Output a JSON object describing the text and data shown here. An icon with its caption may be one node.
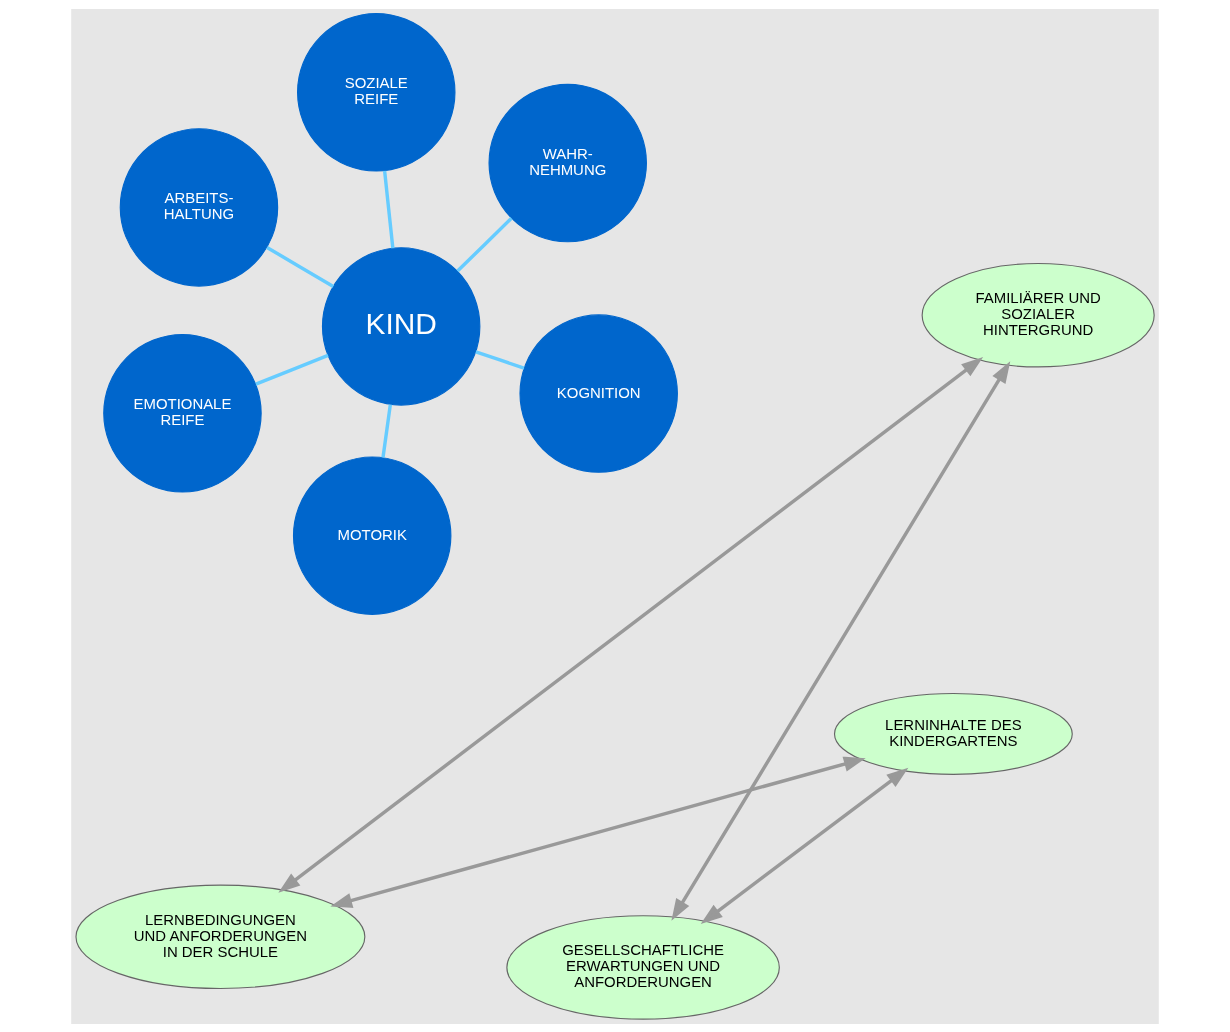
{
  "diagram": {
    "nodes": [
      {
        "text": [
          "KIND"
        ]
      },
      {
        "text": [
          "KOGNITION"
        ]
      },
      {
        "text": [
          "MOTORIK"
        ]
      },
      {
        "text": [
          "ARBEITS- HALTUNG"
        ]
      },
      {
        "text": [
          "WAHR- NEHMUNG"
        ]
      },
      {
        "text": [
          "SOZIALE REIFE"
        ]
      },
      {
        "text": [
          "EMOTIONALE REIFE"
        ]
      },
      {
        "text": [
          "FAMILIÄRER UND SOZIALER HINTERGRUND"
        ]
      },
      {
        "text": [
          "LERNBEDINGUNGEN UND ANFORDERUNGEN IN DER SCHULE"
        ]
      },
      {
        "text": [
          "LERNINHALTE DES KINDERGARTENS"
        ]
      },
      {
        "text": [
          "GESELLSCHAFTLICHE ERWARTUNGEN UND ANFORDERUNGEN"
        ]
      }
    ],
    "edges": [
      {
        "from": 0,
        "to": 1,
        "arrow": "none",
        "color": "#66ccff"
      },
      {
        "from": 0,
        "to": 2,
        "arrow": "none",
        "color": "#66ccff"
      },
      {
        "from": 0,
        "to": 3,
        "arrow": "none",
        "color": "#66ccff"
      },
      {
        "from": 0,
        "to": 4,
        "arrow": "none",
        "color": "#66ccff"
      },
      {
        "from": 0,
        "to": 5,
        "arrow": "none",
        "color": "#66ccff"
      },
      {
        "from": 0,
        "to": 6,
        "arrow": "none",
        "color": "#66ccff"
      },
      {
        "from": 7,
        "to": 8,
        "arrow": "both",
        "color": "#999999"
      },
      {
        "from": 8,
        "to": 9,
        "arrow": "both",
        "color": "#999999"
      },
      {
        "from": 9,
        "to": 10,
        "arrow": "both",
        "color": "#999999"
      },
      {
        "from": 10,
        "to": 7,
        "arrow": "both",
        "color": "#999999"
      }
    ]
  }
}
